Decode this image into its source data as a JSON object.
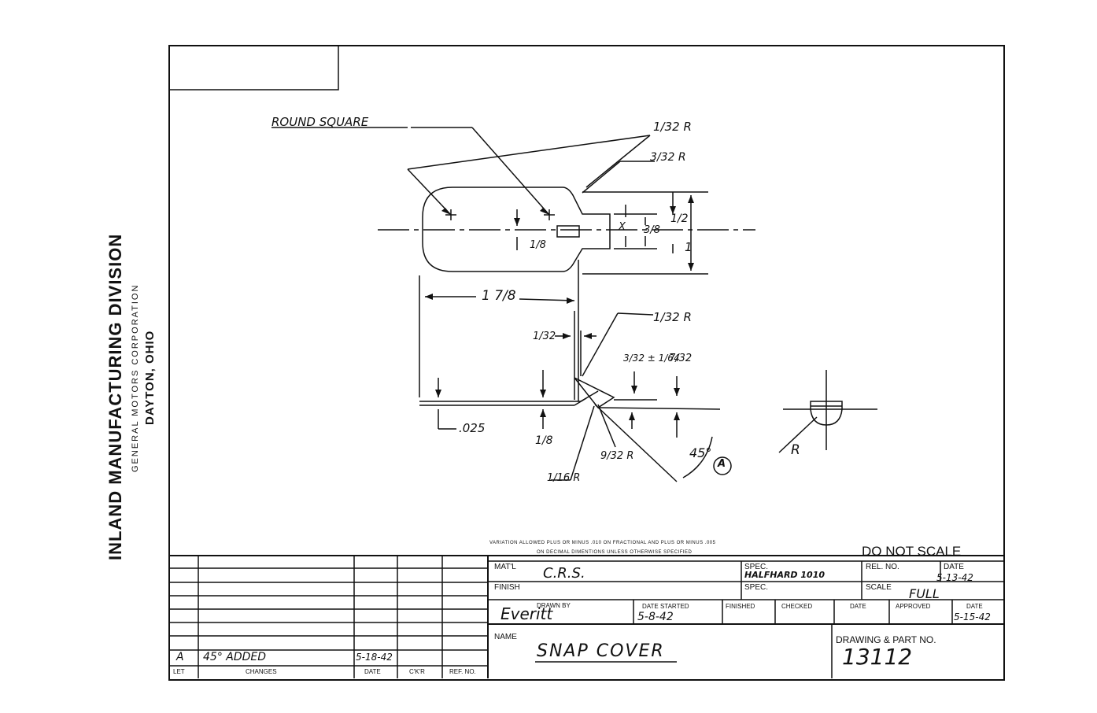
{
  "company": {
    "division": "INLAND MANUFACTURING DIVISION",
    "corporation": "GENERAL MOTORS CORPORATION",
    "location": "DAYTON, OHIO"
  },
  "annotations": {
    "round_square": "ROUND SQUARE",
    "r_1_32_top": "1/32 R",
    "r_3_32": "3/32 R",
    "dim_half": "1/2",
    "dim_3_8": "3/8",
    "dim_1": "1",
    "dim_1_8_slot": "1/8",
    "dim_x": "X",
    "dim_1_7_8": "1 7/8",
    "dim_1_32_side": "1/32",
    "r_1_32_mid": "1/32 R",
    "dim_3_32_tol": "3/32 ± 1/64",
    "dim_7_32": "7/32",
    "dim_025": ".025",
    "dim_1_8_bottom": "1/8",
    "r_9_32": "9/32 R",
    "r_1_16": "1/16 R",
    "angle": "45°",
    "angle_flag": "A",
    "detail_r": "R"
  },
  "notes": {
    "variation_line1": "VARIATION ALLOWED PLUS OR MINUS .010 ON FRACTIONAL AND PLUS OR MINUS .005",
    "variation_line2": "ON DECIMAL DIMENTIONS UNLESS OTHERWISE SPECIFIED",
    "do_not_scale": "DO NOT SCALE"
  },
  "title_block": {
    "matl_label": "MAT'L",
    "matl_value": "C.R.S.",
    "spec_label": "SPEC.",
    "spec_value": "HALFHARD 1010",
    "rel_no_label": "REL. NO.",
    "date_label": "DATE",
    "date_value": "5-13-42",
    "finish_label": "FINISH",
    "spec2_label": "SPEC.",
    "scale_label": "SCALE",
    "scale_value": "FULL",
    "drawn_by_label": "DRAWN BY",
    "drawn_by_value": "Everitt",
    "date_started_label": "DATE STARTED",
    "date_started_value": "5-8-42",
    "finished_label": "FINISHED",
    "checked_label": "CHECKED",
    "date2_label": "DATE",
    "approved_label": "APPROVED",
    "date3_label": "DATE",
    "date3_value": "5-15-42",
    "name_label": "NAME",
    "name_value": "SNAP COVER",
    "drawing_no_label": "DRAWING & PART NO.",
    "drawing_no_value": "13112"
  },
  "revisions": {
    "headers": [
      "LET",
      "CHANGES",
      "DATE",
      "C'K'R",
      "REF. NO."
    ],
    "rows": [
      {
        "let": "A",
        "change": "45° ADDED",
        "date": "5-18-42",
        "ckr": "",
        "ref": ""
      }
    ]
  }
}
